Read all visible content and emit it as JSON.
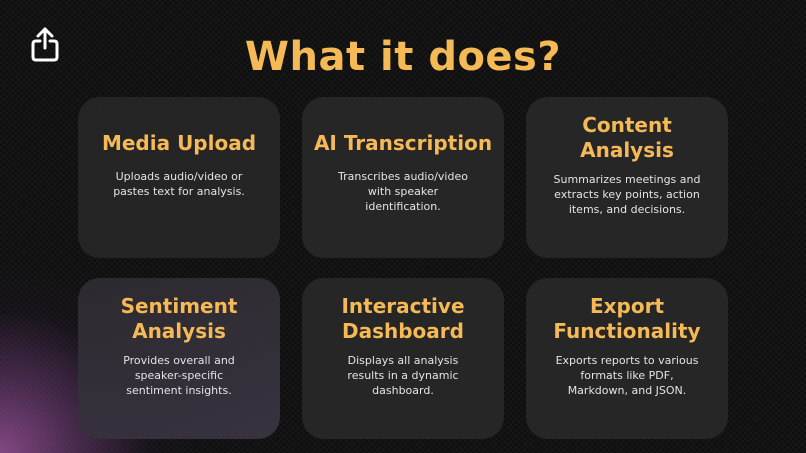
{
  "header": {
    "share_icon": "share-icon",
    "title": "What it does?"
  },
  "colors": {
    "accent": "#f5b955",
    "card_bg": "#282828",
    "background": "#0e0e0e",
    "text": "#e4e4e4"
  },
  "cards": [
    {
      "title_lines": [
        "Media Upload"
      ],
      "desc_lines": [
        "Uploads audio/video or",
        "pastes text for analysis."
      ]
    },
    {
      "title_lines": [
        "AI Transcription"
      ],
      "desc_lines": [
        "Transcribes audio/video",
        "with speaker",
        "identification."
      ]
    },
    {
      "title_lines": [
        "Content",
        "Analysis"
      ],
      "desc_lines": [
        "Summarizes meetings and",
        "extracts key points, action",
        "items, and decisions."
      ]
    },
    {
      "title_lines": [
        "Sentiment",
        "Analysis"
      ],
      "desc_lines": [
        "Provides overall and",
        "speaker-specific",
        "sentiment insights."
      ]
    },
    {
      "title_lines": [
        "Interactive",
        "Dashboard"
      ],
      "desc_lines": [
        "Displays all analysis",
        "results in a dynamic",
        "dashboard."
      ]
    },
    {
      "title_lines": [
        "Export",
        "Functionality"
      ],
      "desc_lines": [
        "Exports reports to various",
        "formats like PDF,",
        "Markdown, and JSON."
      ]
    }
  ]
}
